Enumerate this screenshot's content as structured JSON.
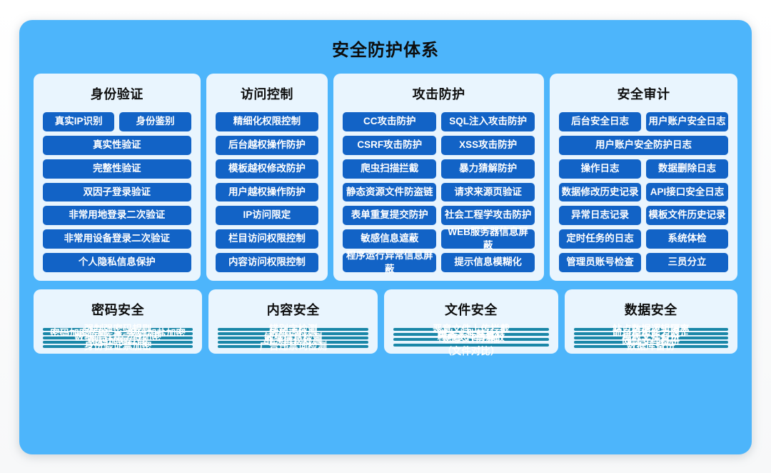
{
  "title": "安全防护体系",
  "colors": {
    "container_bg": "#4DB5FB",
    "panel_bg": "#E9F5FE",
    "button_blue": "#1263C6",
    "button_teal": "#1A87A8",
    "button_text": "#FFFFFF",
    "heading_text": "#0D0D0D"
  },
  "rows": [
    {
      "panels": [
        {
          "title": "身份验证",
          "button_rows": [
            [
              "真实IP识别",
              "身份鉴别"
            ],
            [
              "真实性验证"
            ],
            [
              "完整性验证"
            ],
            [
              "双因子登录验证"
            ],
            [
              "非常用地登录二次验证"
            ],
            [
              "非常用设备登录二次验证"
            ],
            [
              "个人隐私信息保护"
            ]
          ]
        },
        {
          "title": "访问控制",
          "button_rows": [
            [
              "精细化权限控制"
            ],
            [
              "后台越权操作防护"
            ],
            [
              "模板越权修改防护"
            ],
            [
              "用户越权操作防护"
            ],
            [
              "IP访问限定"
            ],
            [
              "栏目访问权限控制"
            ],
            [
              "内容访问权限控制"
            ]
          ]
        },
        {
          "title": "攻击防护",
          "button_rows": [
            [
              "CC攻击防护",
              "SQL注入攻击防护"
            ],
            [
              "CSRF攻击防护",
              "XSS攻击防护"
            ],
            [
              "爬虫扫描拦截",
              "暴力猜解防护"
            ],
            [
              "静态资源文件防盗链",
              "请求来源页验证"
            ],
            [
              "表单重复提交防护",
              "社会工程学攻击防护"
            ],
            [
              "敏感信息遮蔽",
              "WEB服务器信息屏蔽"
            ],
            [
              "程序运行异常信息屏蔽",
              "提示信息模糊化"
            ]
          ]
        },
        {
          "title": "安全审计",
          "button_rows": [
            [
              "后台安全日志",
              "用户账户安全日志"
            ],
            [
              "用户账户安全防护日志"
            ],
            [
              "操作日志",
              "数据删除日志"
            ],
            [
              "数据修改历史记录",
              "API接口安全日志"
            ],
            [
              "异常日志记录",
              "模板文件历史记录"
            ],
            [
              "定时任务的日志",
              "系统体检"
            ],
            [
              "管理员账号检查",
              "三员分立"
            ]
          ]
        }
      ]
    },
    {
      "panels": [
        {
          "title": "密码安全",
          "button_rows": [
            [
              "强制强密码规则"
            ],
            [
              "密码加密传输",
              "密码加盐加密"
            ],
            [
              "数据库连接字符加密"
            ],
            [
              "密码加密存储"
            ],
            [
              "身份验证票加密"
            ]
          ]
        },
        {
          "title": "内容安全",
          "button_rows": [
            [
              "错别字检测"
            ],
            [
              "敏感词检测"
            ],
            [
              "敏感信息检测"
            ],
            [
              "非法链接检测"
            ],
            [
              "广告违禁词检测"
            ]
          ]
        },
        {
          "title": "文件安全",
          "button_rows": [
            [
              "恶意文件上传拦截"
            ],
            [
              "脚本文件禁执行"
            ],
            [
              "恶意文件扫描"
            ],
            [
              "程序文件防篡改\n（文件对比）"
            ]
          ]
        },
        {
          "title": "数据安全",
          "button_rows": [
            [
              "站点数据逻辑隔离"
            ],
            [
              "前台模板能力限定"
            ],
            [
              "模板文件备份"
            ],
            [
              "网站文件备份"
            ],
            [
              "数据库备份"
            ]
          ]
        }
      ]
    }
  ]
}
